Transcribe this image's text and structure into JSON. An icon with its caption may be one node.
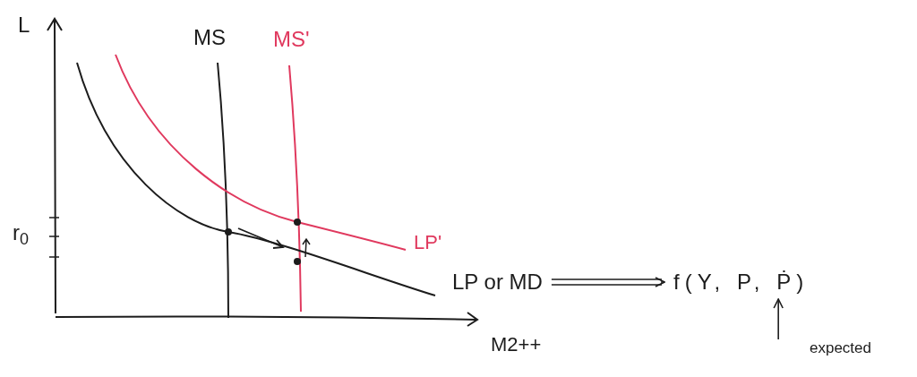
{
  "diagram": {
    "nodes": [
      {
        "text": [
          "LP or MD"
        ]
      },
      {
        "text": [
          "f(Y, P, Ṗ)"
        ]
      },
      {
        "text": [
          "expected"
        ]
      }
    ],
    "edges": [
      {
        "from": 0,
        "to": 1,
        "arrow": "to"
      },
      {
        "from": 2,
        "to": 1,
        "arrow": "to"
      }
    ],
    "labels": [
      "L",
      "MS",
      "MS'",
      "r$_{0}$",
      "LP'",
      "M2++"
    ]
  }
}
